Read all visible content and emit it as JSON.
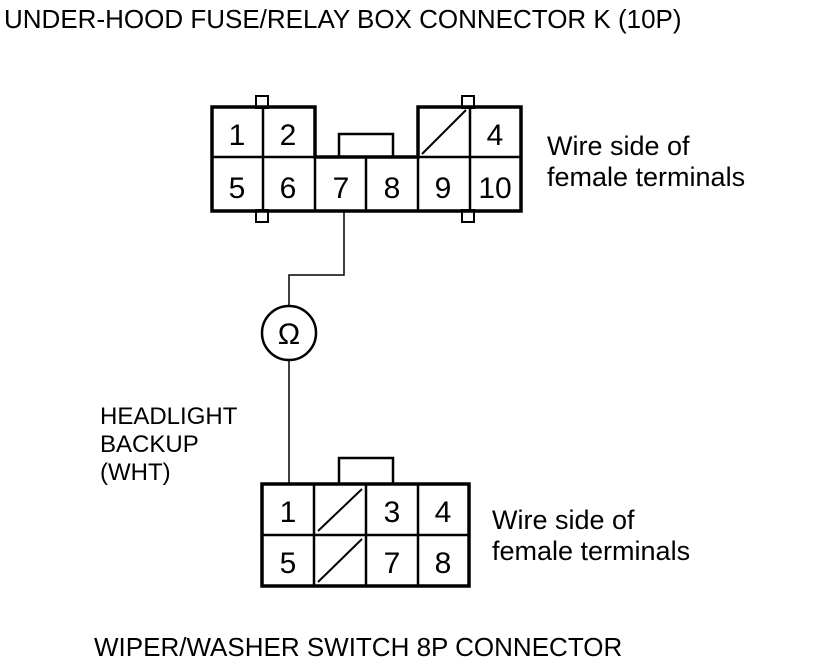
{
  "connector_top": {
    "title": "UNDER-HOOD FUSE/RELAY BOX CONNECTOR K (10P)",
    "side_note": [
      "Wire side of",
      "female terminals"
    ],
    "row1": [
      "1",
      "2",
      "",
      "",
      "",
      "4"
    ],
    "row2": [
      "5",
      "6",
      "7",
      "8",
      "9",
      "10"
    ]
  },
  "meter": {
    "symbol": "Ω"
  },
  "wire": {
    "label": [
      "HEADLIGHT",
      "BACKUP",
      "(WHT)"
    ]
  },
  "connector_bottom": {
    "title": "WIPER/WASHER SWITCH 8P CONNECTOR",
    "side_note": [
      "Wire side of",
      "female terminals"
    ],
    "row1": [
      "1",
      "",
      "3",
      "4"
    ],
    "row2": [
      "5",
      "",
      "7",
      "8"
    ]
  }
}
